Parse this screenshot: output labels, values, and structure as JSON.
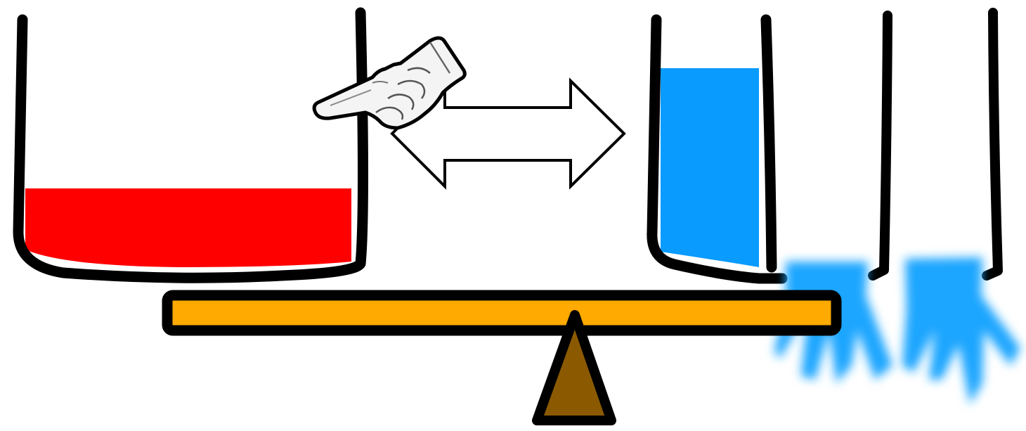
{
  "scene": {
    "description_free": true,
    "left_container": {
      "liquid_color": "#ff0000",
      "fill_level_fraction": 0.34
    },
    "right_container": {
      "liquid_color": "#0a9bff",
      "fill_level_fraction": 0.82,
      "side_chambers": 2,
      "leaking": true
    },
    "arrow": {
      "style": "outline",
      "direction": "bidirectional"
    },
    "pointer": {
      "icon": "pointing-hand-icon"
    },
    "seesaw": {
      "beam_color": "#ffaa00",
      "fulcrum_color": "#8b5a00"
    },
    "outline_color": "#000000"
  }
}
